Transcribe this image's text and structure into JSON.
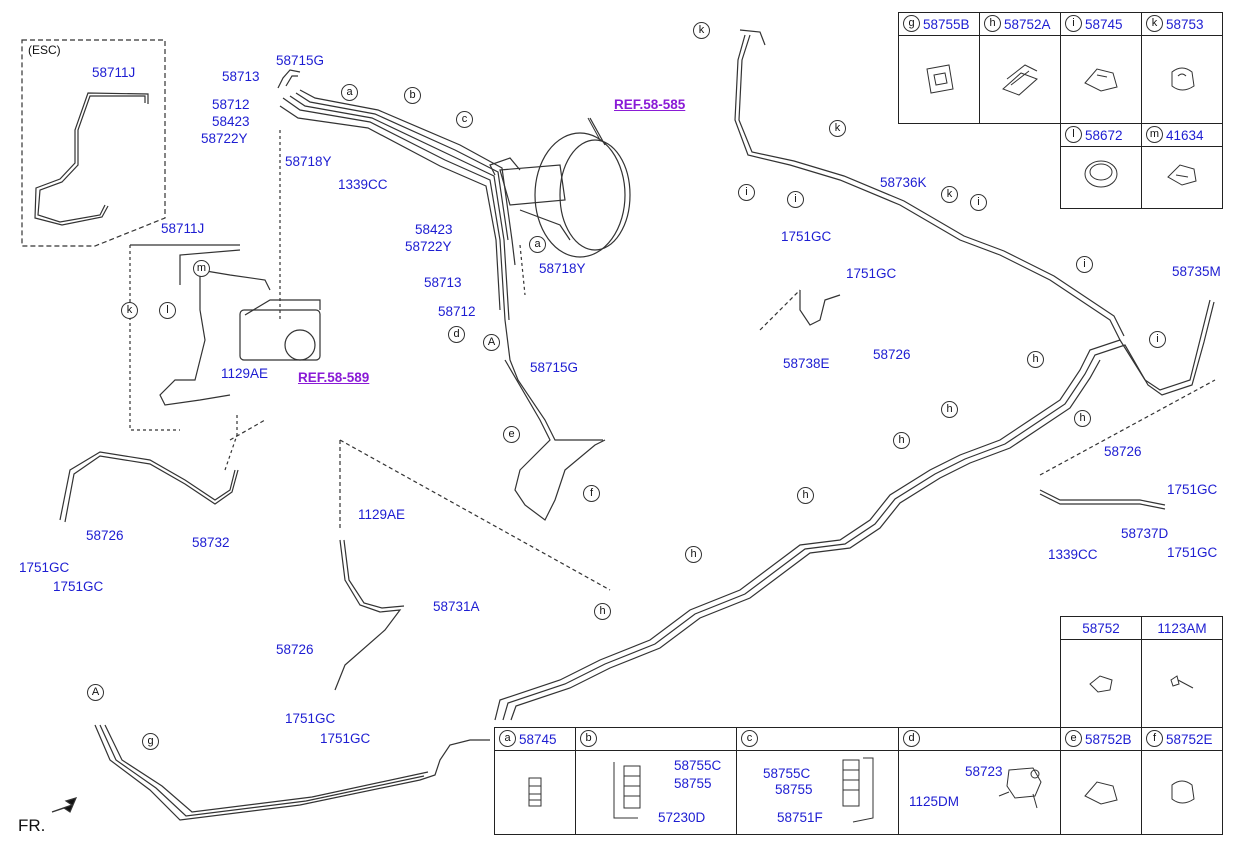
{
  "labels": {
    "esc": "(ESC)",
    "p58711J_esc": "58711J",
    "p58713_a": "58713",
    "p58715G_a": "58715G",
    "p58712_a": "58712",
    "p58423_a": "58423",
    "p58722Y_a": "58722Y",
    "p58718Y_a": "58718Y",
    "p1339CC_a": "1339CC",
    "p58423_b": "58423",
    "p58722Y_b": "58722Y",
    "p58718Y_b": "58718Y",
    "p58713_b": "58713",
    "p58712_b": "58712",
    "p58715G_b": "58715G",
    "p58711J_b": "58711J",
    "p1129AE_a": "1129AE",
    "p58726_a": "58726",
    "p1751GC_a": "1751GC",
    "p1751GC_b": "1751GC",
    "p58732": "58732",
    "p1129AE_b": "1129AE",
    "p58731A": "58731A",
    "p58726_b": "58726",
    "p1751GC_c": "1751GC",
    "p1751GC_d": "1751GC",
    "p58736K": "58736K",
    "p1751GC_e": "1751GC",
    "p1751GC_f": "1751GC",
    "p58738E": "58738E",
    "p58726_c": "58726",
    "p58735M": "58735M",
    "p58726_d": "58726",
    "p1751GC_g": "1751GC",
    "p58737D": "58737D",
    "p1339CC_b": "1339CC",
    "p1751GC_h": "1751GC",
    "fr": "FR."
  },
  "refs": {
    "ref_585": "REF.58-585",
    "ref_589": "REF.58-589"
  },
  "callouts": {
    "a": "a",
    "b": "b",
    "c": "c",
    "d": "d",
    "e": "e",
    "f": "f",
    "g": "g",
    "h": "h",
    "i": "i",
    "k": "k",
    "l": "l",
    "m": "m",
    "A": "A"
  },
  "legend_top": [
    {
      "key": "g",
      "part": "58755B"
    },
    {
      "key": "h",
      "part": "58752A"
    },
    {
      "key": "i",
      "part": "58745"
    },
    {
      "key": "k",
      "part": "58753"
    },
    {
      "key": "l",
      "part": "58672"
    },
    {
      "key": "m",
      "part": "41634"
    }
  ],
  "legend_mid": [
    {
      "part": "58752"
    },
    {
      "part": "1123AM"
    }
  ],
  "legend_bottom": {
    "a_part": "58745",
    "b_sub1": "58755C",
    "b_sub2": "58755",
    "b_sub3": "57230D",
    "c_sub1": "58755C",
    "c_sub2": "58755",
    "c_sub3": "58751F",
    "d_sub1": "58723",
    "d_sub2": "1125DM",
    "e_part": "58752B",
    "f_part": "58752E"
  },
  "colors": {
    "part_number": "#1d1dd2",
    "reference": "#8a1bd6",
    "line": "#333333"
  }
}
